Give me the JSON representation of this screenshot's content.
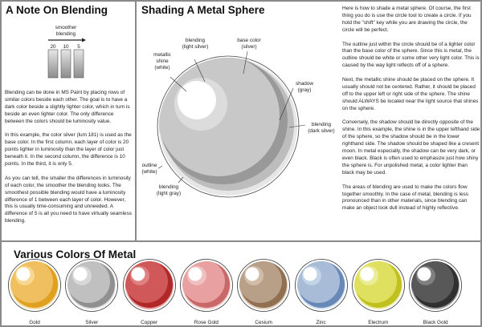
{
  "left": {
    "title": "A Note On Blending",
    "diagram": {
      "caption_line1": "smoother",
      "caption_line2": "blending",
      "columns": [
        "20",
        "10",
        "5"
      ]
    },
    "paragraphs": [
      "Blending can be done in MS Paint by placing rows of similar colors beside each other. The goal is to have a dark color beside a slightly lighter color, which in turn is beside an even lighter color. The only difference between the colors should be luminosity value.",
      "In this example, the color silver (lum 181) is used as the base color. In the first column, each layer of color is 20 points lighter in luminosity than the layer of color just beneath it. In the second column, the difference is 10 points. In the third, it is only 5.",
      "As you can tell, the smaller the differences in luminosity of each color, the smoother the blending looks. The smoothest possible blending would have a luminosity difference of 1 between each layer of color. However, this is usually time-consuming and unneeded. A difference of 5 is all you need to have virtually seamless blending."
    ]
  },
  "middle": {
    "title": "Shading A Metal Sphere",
    "labels": {
      "shine": [
        "metallic",
        "shine",
        "(white)"
      ],
      "blend_light_silver": [
        "blending",
        "(light silver)"
      ],
      "base": [
        "base color",
        "(silver)"
      ],
      "shadow": [
        "shadow",
        "(gray)"
      ],
      "blend_dark_silver": [
        "blending",
        "(dark silver)"
      ],
      "outline": [
        "outline",
        "(white)"
      ],
      "blend_light_gray": [
        "blending",
        "(light gray)"
      ]
    },
    "paragraphs": [
      "Here is how to shade a metal sphere. Of course, the first thing you do is use the circle tool to create a circle. If you hold the \"shift\" key while you are drawing the circle, the circle will be perfect.",
      "The outline just within the circle should be of a lighter color than the base color of the sphere. Since this is metal, the outline should be white or some other very light color. This is caused by the way light reflects off of a sphere.",
      "Next, the metallic shine should be placed on the sphere. It usually should not be centered. Rather, it should be placed off to the upper left or right side of the sphere. The shine should ALWAYS be located near the light source that shines on the sphere.",
      "Conversely, the shadow should be directly opposite of the shine. In this example, the shine is in the upper lefthand side of the sphere, so the shadow should be in the lower righthand side. The shadow should be shaped like a cresent moon. In metal especially, the shadow can be very dark, or even black. Black is often used to emphasize just how shiny the sphere is. For unpolished metal, a color lighter than black may be used.",
      "The areas of blending are used to make the colors flow together smoothly. In the case of metal, blending is less pronounced than in other materials, since blending can make an object look dull instead of highly reflective."
    ]
  },
  "bottom": {
    "title": "Various Colors Of Metal",
    "metals": [
      {
        "name": "Gold",
        "base": "#f0c060",
        "light": "#f6d890",
        "dark": "#e0a020",
        "edge": "#f5dca0"
      },
      {
        "name": "Silver",
        "base": "#c0c0c0",
        "light": "#d8d8d8",
        "dark": "#909090",
        "edge": "#e0e0e0"
      },
      {
        "name": "Copper",
        "base": "#d05858",
        "light": "#e08080",
        "dark": "#b02828",
        "edge": "#e8a0a0"
      },
      {
        "name": "Rose Gold",
        "base": "#e8a0a0",
        "light": "#f0c0c0",
        "dark": "#c86868",
        "edge": "#f4cccc"
      },
      {
        "name": "Cesium",
        "base": "#b8a088",
        "light": "#d0bca8",
        "dark": "#907050",
        "edge": "#dccbb8"
      },
      {
        "name": "Zinc",
        "base": "#a8bcd8",
        "light": "#c4d4e8",
        "dark": "#6888b8",
        "edge": "#d4e0f0"
      },
      {
        "name": "Electrum",
        "base": "#e0e060",
        "light": "#ecec98",
        "dark": "#c0c020",
        "edge": "#f0f0b0"
      },
      {
        "name": "Black Gold",
        "base": "#585858",
        "light": "#808080",
        "dark": "#303030",
        "edge": "#a0a0a0"
      }
    ]
  }
}
